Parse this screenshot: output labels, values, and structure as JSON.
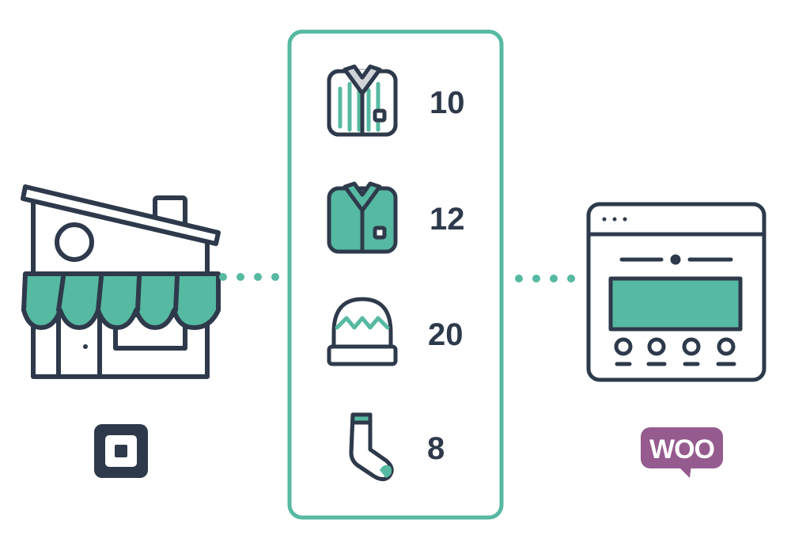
{
  "colors": {
    "outline": "#2e3a4b",
    "accent": "#56b9a2",
    "woo": "#955b8e",
    "background": "#ffffff"
  },
  "inventory": {
    "items": [
      {
        "icon": "striped-shirt-icon",
        "quantity": "10"
      },
      {
        "icon": "folded-shirt-icon",
        "quantity": "12"
      },
      {
        "icon": "beanie-icon",
        "quantity": "20"
      },
      {
        "icon": "sock-icon",
        "quantity": "8"
      }
    ]
  },
  "left": {
    "icon": "storefront-icon",
    "logo": "square-logo-icon"
  },
  "right": {
    "icon": "web-store-browser-icon",
    "logo": {
      "icon": "woo-logo-icon",
      "text": "WOO"
    }
  }
}
